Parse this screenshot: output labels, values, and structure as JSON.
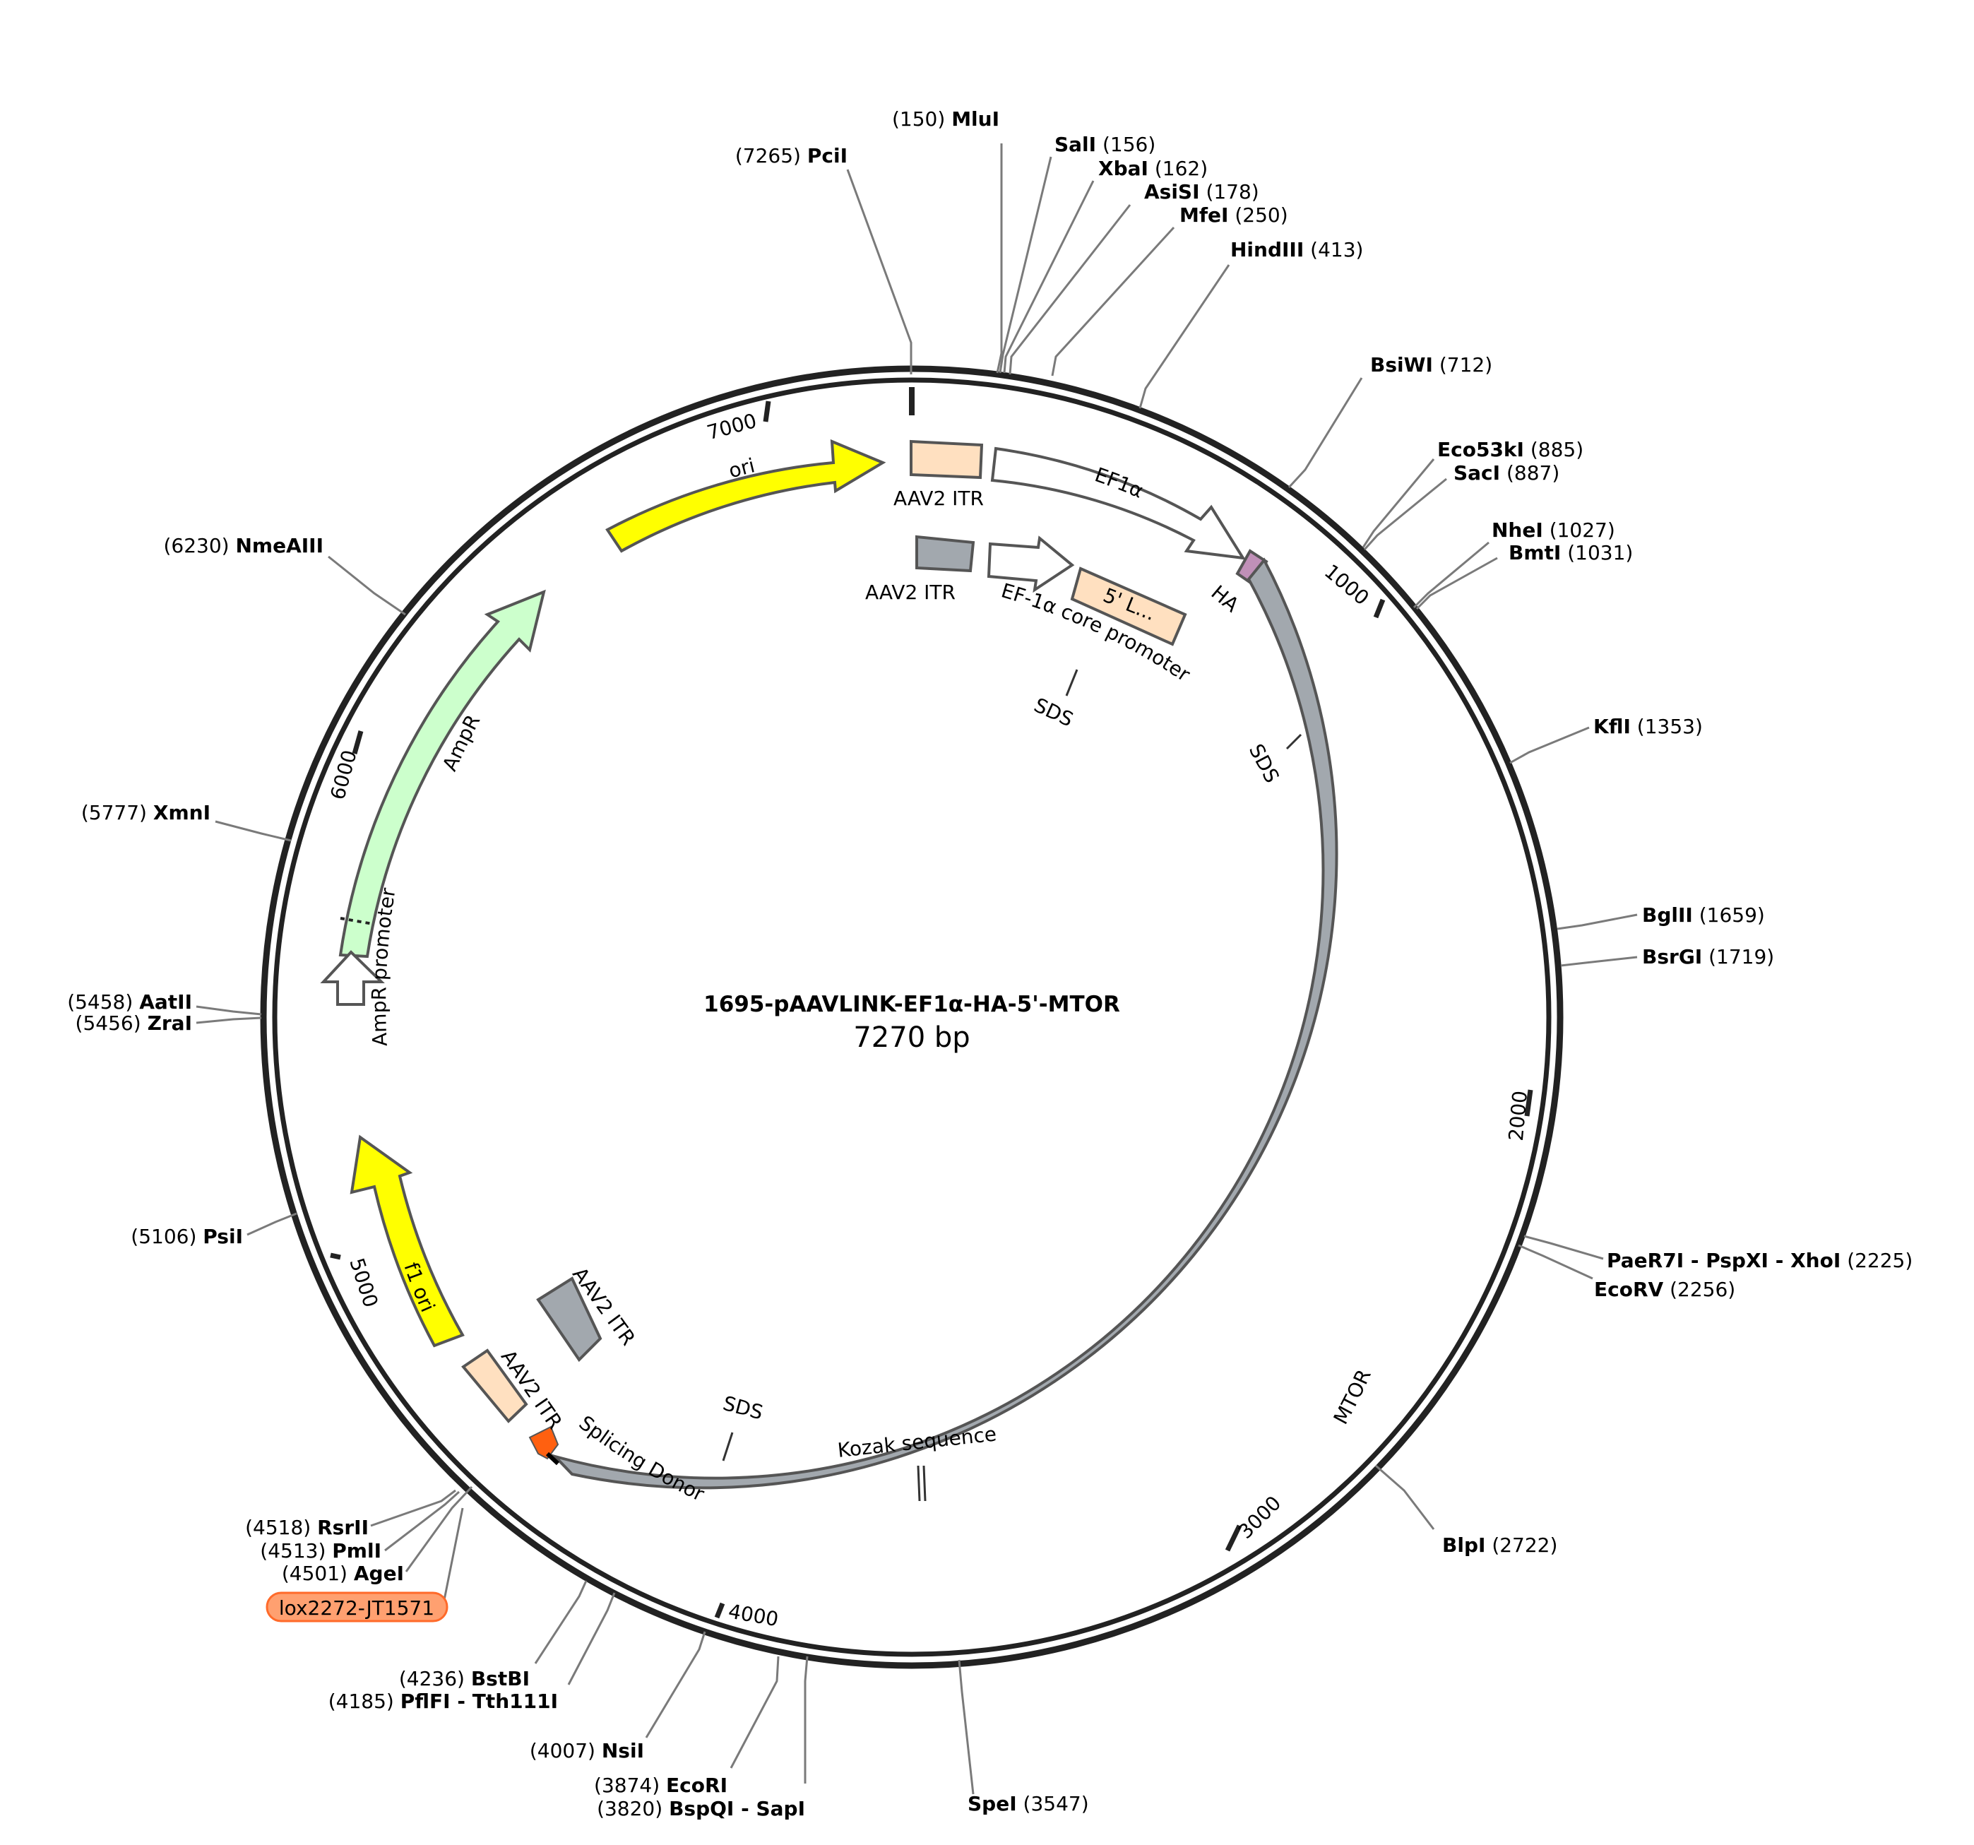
{
  "title": "1695-pAAVLINK-EF1α-HA-5'-MTOR",
  "length_label": "7270 bp",
  "total_bp": 7270,
  "backbone_ticks": [
    {
      "bp": 1000,
      "label": "1000"
    },
    {
      "bp": 2000,
      "label": "2000"
    },
    {
      "bp": 3000,
      "label": "3000"
    },
    {
      "bp": 4000,
      "label": "4000"
    },
    {
      "bp": 5000,
      "label": "5000"
    },
    {
      "bp": 6000,
      "label": "6000"
    },
    {
      "bp": 7000,
      "label": "7000"
    }
  ],
  "sites": [
    {
      "name": "MluI",
      "pos": "(150)",
      "side": "left"
    },
    {
      "name": "SalI",
      "pos": "(156)",
      "side": "right"
    },
    {
      "name": "XbaI",
      "pos": "(162)",
      "side": "right"
    },
    {
      "name": "AsiSI",
      "pos": "(178)",
      "side": "right"
    },
    {
      "name": "MfeI",
      "pos": "(250)",
      "side": "right"
    },
    {
      "name": "HindIII",
      "pos": "(413)",
      "side": "right"
    },
    {
      "name": "BsiWI",
      "pos": "(712)",
      "side": "right"
    },
    {
      "name": "Eco53kI",
      "pos": "(885)",
      "side": "right"
    },
    {
      "name": "SacI",
      "pos": "(887)",
      "side": "right"
    },
    {
      "name": "NheI",
      "pos": "(1027)",
      "side": "right"
    },
    {
      "name": "BmtI",
      "pos": "(1031)",
      "side": "right"
    },
    {
      "name": "KflI",
      "pos": "(1353)",
      "side": "right"
    },
    {
      "name": "BglII",
      "pos": "(1659)",
      "side": "right"
    },
    {
      "name": "BsrGI",
      "pos": "(1719)",
      "side": "right"
    },
    {
      "name": "PaeR7I - PspXI - XhoI",
      "pos": "(2225)",
      "side": "right"
    },
    {
      "name": "EcoRV",
      "pos": "(2256)",
      "side": "right"
    },
    {
      "name": "BlpI",
      "pos": "(2722)",
      "side": "right"
    },
    {
      "name": "SpeI",
      "pos": "(3547)",
      "side": "right"
    },
    {
      "name": "BspQI - SapI",
      "pos": "(3820)",
      "side": "left"
    },
    {
      "name": "EcoRI",
      "pos": "(3874)",
      "side": "left"
    },
    {
      "name": "NsiI",
      "pos": "(4007)",
      "side": "left"
    },
    {
      "name": "PflFI - Tth111I",
      "pos": "(4185)",
      "side": "left"
    },
    {
      "name": "BstBI",
      "pos": "(4236)",
      "side": "left"
    },
    {
      "name": "AgeI",
      "pos": "(4501)",
      "side": "left"
    },
    {
      "name": "PmlI",
      "pos": "(4513)",
      "side": "left"
    },
    {
      "name": "RsrII",
      "pos": "(4518)",
      "side": "left"
    },
    {
      "name": "PsiI",
      "pos": "(5106)",
      "side": "left"
    },
    {
      "name": "ZraI",
      "pos": "(5456)",
      "side": "left"
    },
    {
      "name": "AatII",
      "pos": "(5458)",
      "side": "left"
    },
    {
      "name": "XmnI",
      "pos": "(5777)",
      "side": "left"
    },
    {
      "name": "NmeAIII",
      "pos": "(6230)",
      "side": "left"
    },
    {
      "name": "PciI",
      "pos": "(7265)",
      "side": "left"
    }
  ],
  "features": [
    {
      "label": "ori",
      "color": "#ffff00"
    },
    {
      "label": "AAV2 ITR",
      "color": "#ffe0c0"
    },
    {
      "label": "EF1α",
      "color": "#ffffff"
    },
    {
      "label": "AAV2 ITR",
      "color": "#a2a8ae"
    },
    {
      "label": "5' L...",
      "color": "#ffe0c0"
    },
    {
      "label": "EF-1α core promoter",
      "color": "#ffffff"
    },
    {
      "label": "HA",
      "color": "#c090b8"
    },
    {
      "label": "MTOR",
      "color": "#a2a8ae"
    },
    {
      "label": "AmpR",
      "color": "#ccffcc"
    },
    {
      "label": "AmpR promoter",
      "color": "#ffffff"
    },
    {
      "label": "f1 ori",
      "color": "#ffff00"
    },
    {
      "label": "AAV2 ITR",
      "color": "#a2a8ae"
    },
    {
      "label": "AAV2 ITR",
      "color": "#ffe0c0"
    },
    {
      "label": "Splicing Donor",
      "color": "#ff6010"
    },
    {
      "label": "SDS"
    },
    {
      "label": "SDS"
    },
    {
      "label": "SDS"
    },
    {
      "label": "Kozak sequence"
    },
    {
      "label": "lox2272-JT1571",
      "color": "#ffa070"
    }
  ]
}
